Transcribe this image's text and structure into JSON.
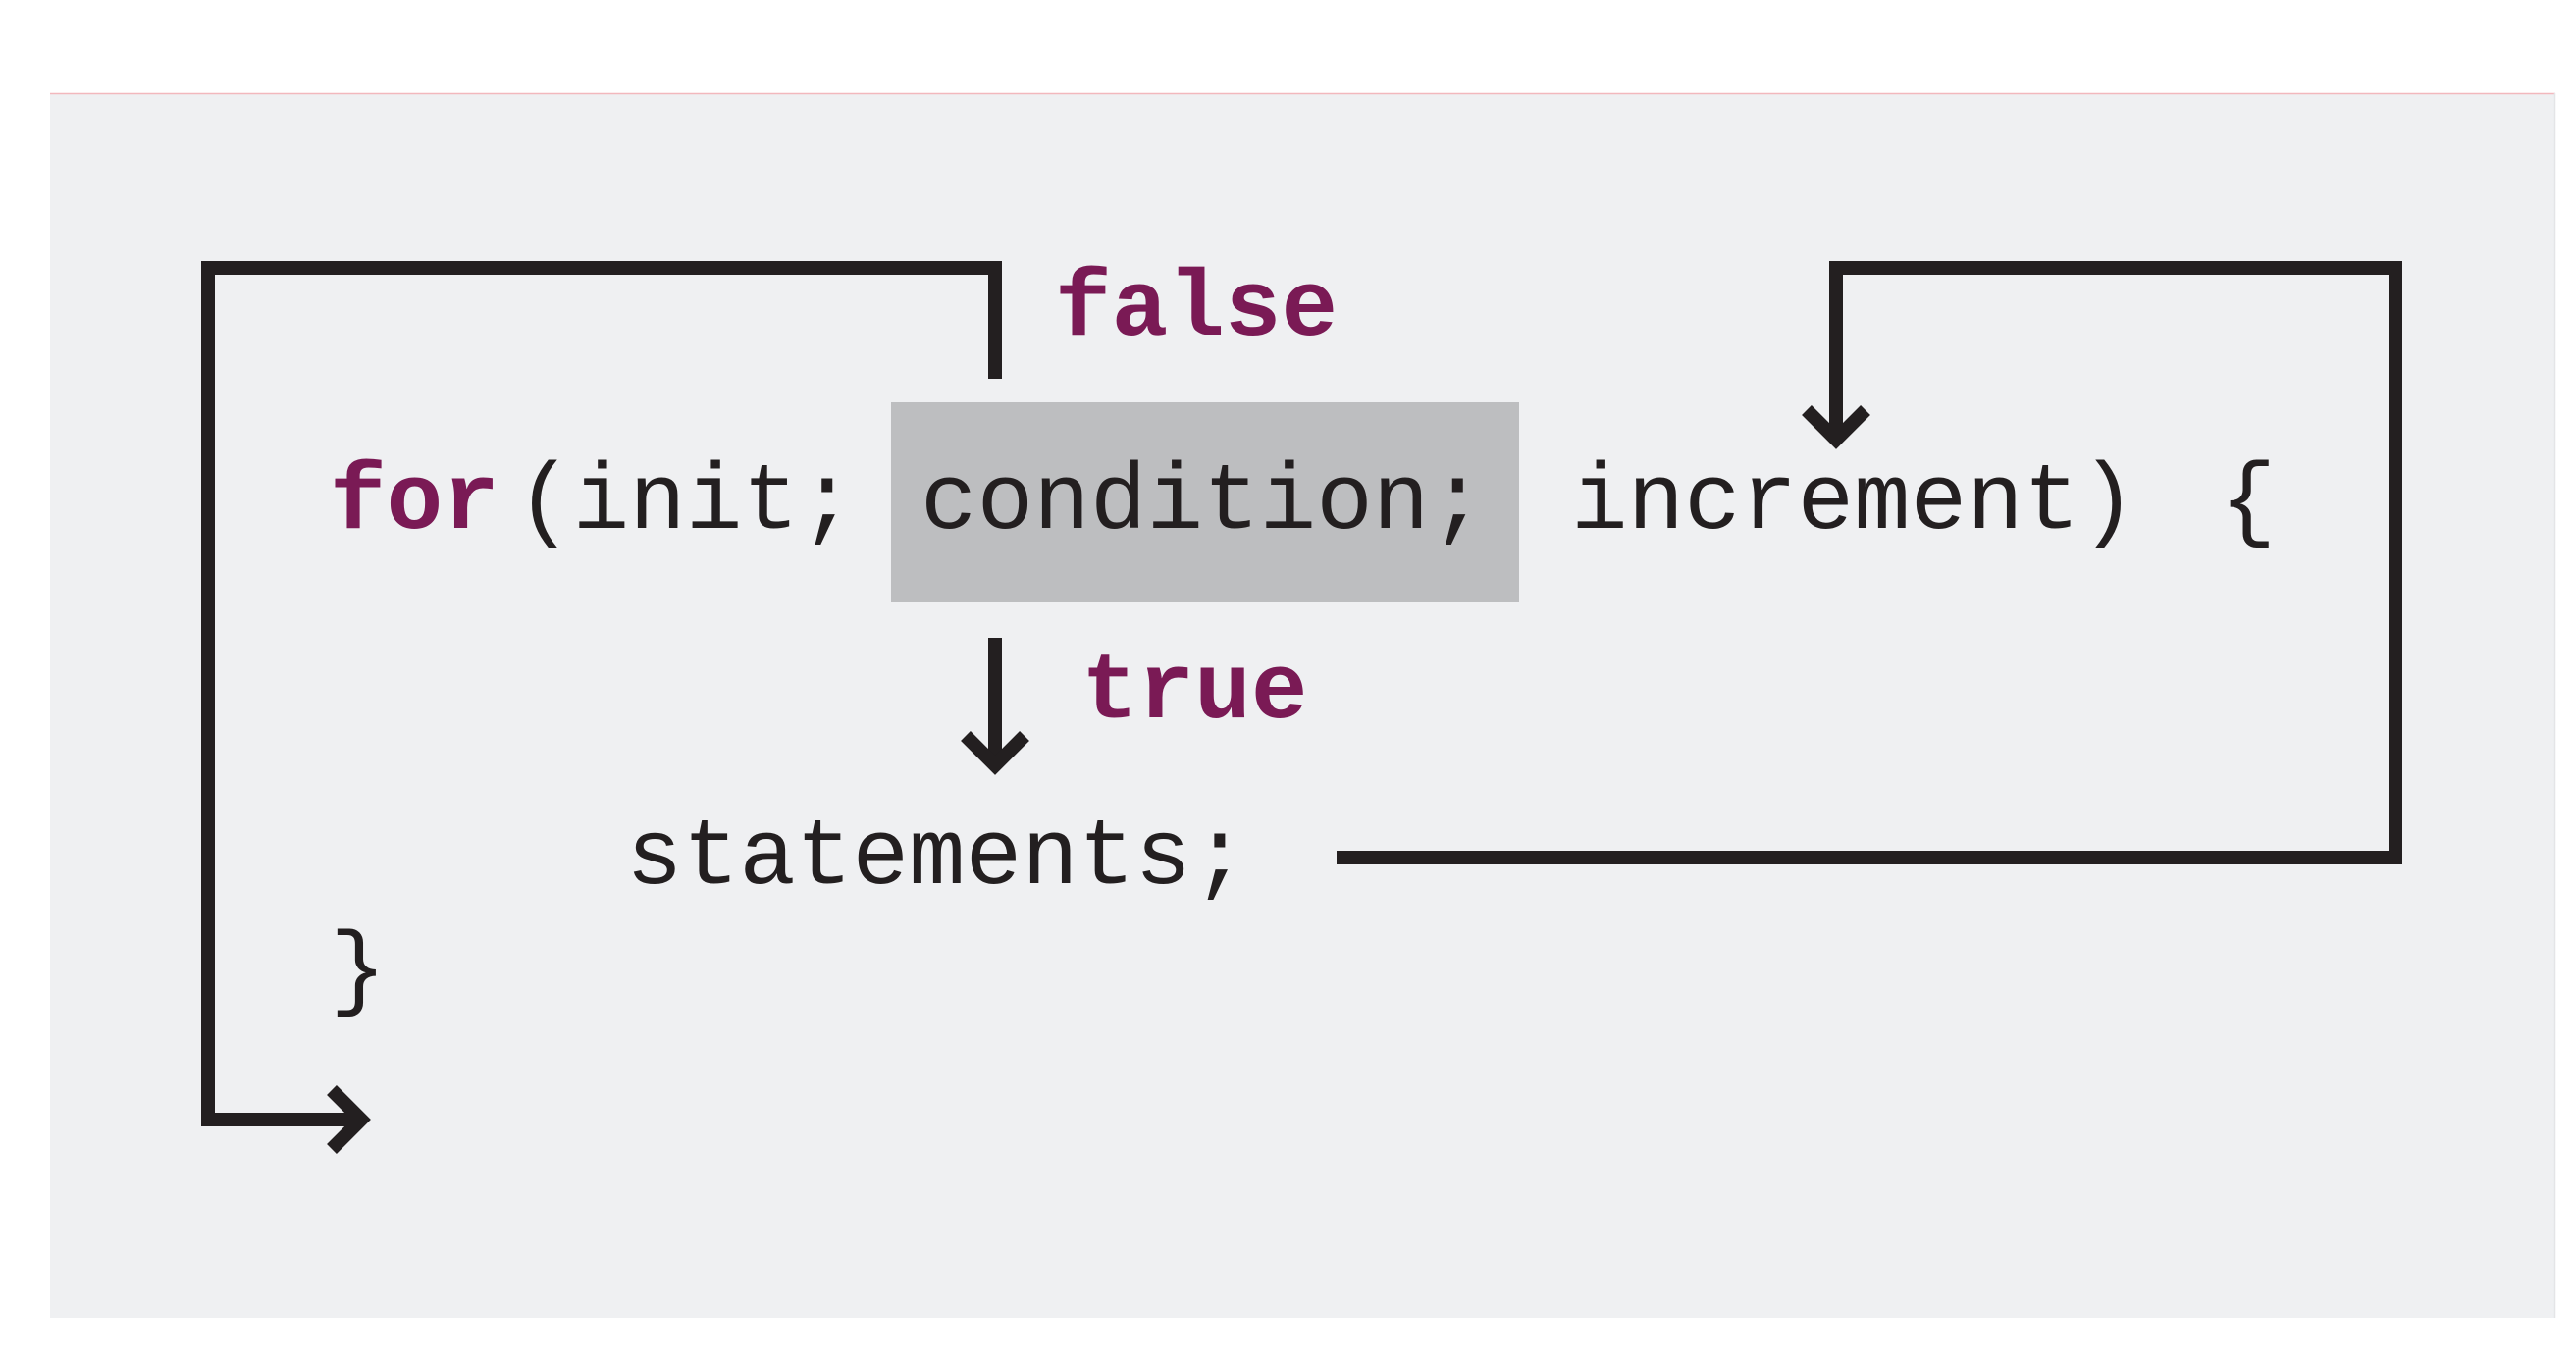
{
  "code": {
    "for_keyword": "for",
    "init": "(init;",
    "condition": "condition;",
    "increment": "increment)",
    "open_brace": "{",
    "statements": "statements;",
    "close_brace": "}"
  },
  "labels": {
    "false_label": "false",
    "true_label": "true"
  },
  "colors": {
    "panel_background": "#eff0f2",
    "condition_highlight": "#bdbec0",
    "keyword": "#7a1a55",
    "text_and_arrows": "#231f20"
  }
}
